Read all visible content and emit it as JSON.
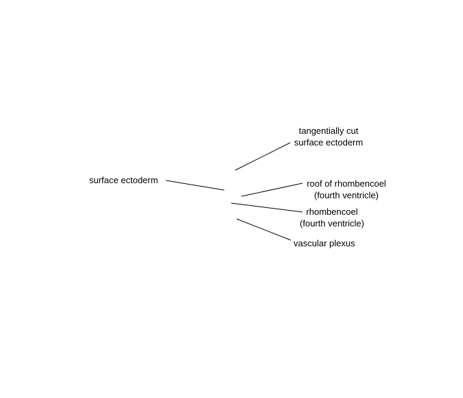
{
  "labels": {
    "surface_ectoderm": "surface ectoderm",
    "tangentially_cut_line1": "tangentially cut",
    "tangentially_cut_line2": "surface ectoderm",
    "roof_rhombencoel_line1": "roof of rhombencoel",
    "roof_rhombencoel_line2": "(fourth ventricle)",
    "rhombencoel_line1": "rhombencoel",
    "rhombencoel_line2": "(fourth ventricle)",
    "vascular_plexus": "vascular plexus"
  },
  "colors": {
    "background": "#ffffff",
    "text": "#000000",
    "lines": "#000000"
  }
}
